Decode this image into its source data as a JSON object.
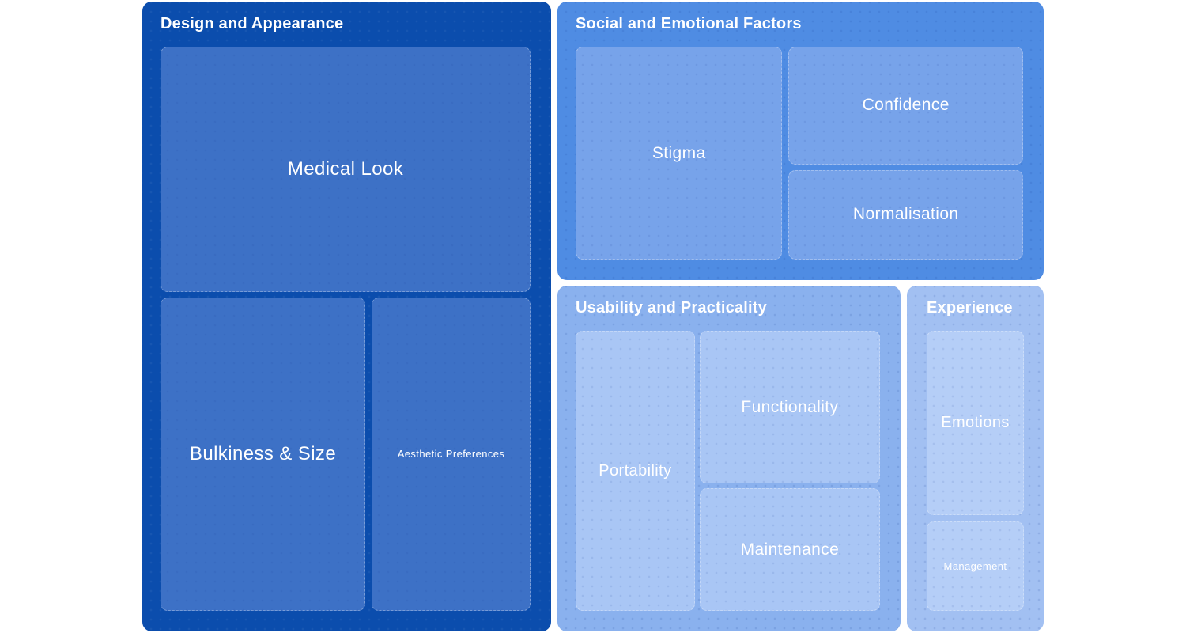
{
  "chart_data": {
    "type": "treemap",
    "title": "",
    "legend": "none",
    "note": "hierarchical treemap, node value encoded by rectangle area (no numeric labels shown); relative_area values are estimates read from rendered rectangle sizes",
    "groups": [
      {
        "label": "Design and Appearance",
        "colors": {
          "panel": "#0b4dad",
          "tile": "#3d71c6"
        },
        "children": [
          {
            "label": "Medical Look",
            "relative_area": 143
          },
          {
            "label": "Bulkiness & Size",
            "relative_area": 102
          },
          {
            "label": "Aesthetic Preferences",
            "relative_area": 79
          }
        ]
      },
      {
        "label": "Social and Emotional Factors",
        "colors": {
          "panel": "#4f8ce3",
          "tile": "#77a3ea"
        },
        "children": [
          {
            "label": "Stigma",
            "relative_area": 69
          },
          {
            "label": "Confidence",
            "relative_area": 44
          },
          {
            "label": "Normalisation",
            "relative_area": 33
          }
        ]
      },
      {
        "label": "Usability and Practicality",
        "colors": {
          "panel": "#8ab1ee",
          "tile": "#a9c6f5"
        },
        "children": [
          {
            "label": "Portability",
            "relative_area": 52
          },
          {
            "label": "Functionality",
            "relative_area": 43
          },
          {
            "label": "Maintenance",
            "relative_area": 35
          }
        ]
      },
      {
        "label": "Experience",
        "colors": {
          "panel": "#a2c0f2",
          "tile": "#b5cef7"
        },
        "children": [
          {
            "label": "Emotions",
            "relative_area": 28
          },
          {
            "label": "Management",
            "relative_area": 14
          }
        ]
      }
    ],
    "text_color": "#ffffff",
    "background_color": "#ffffff"
  }
}
